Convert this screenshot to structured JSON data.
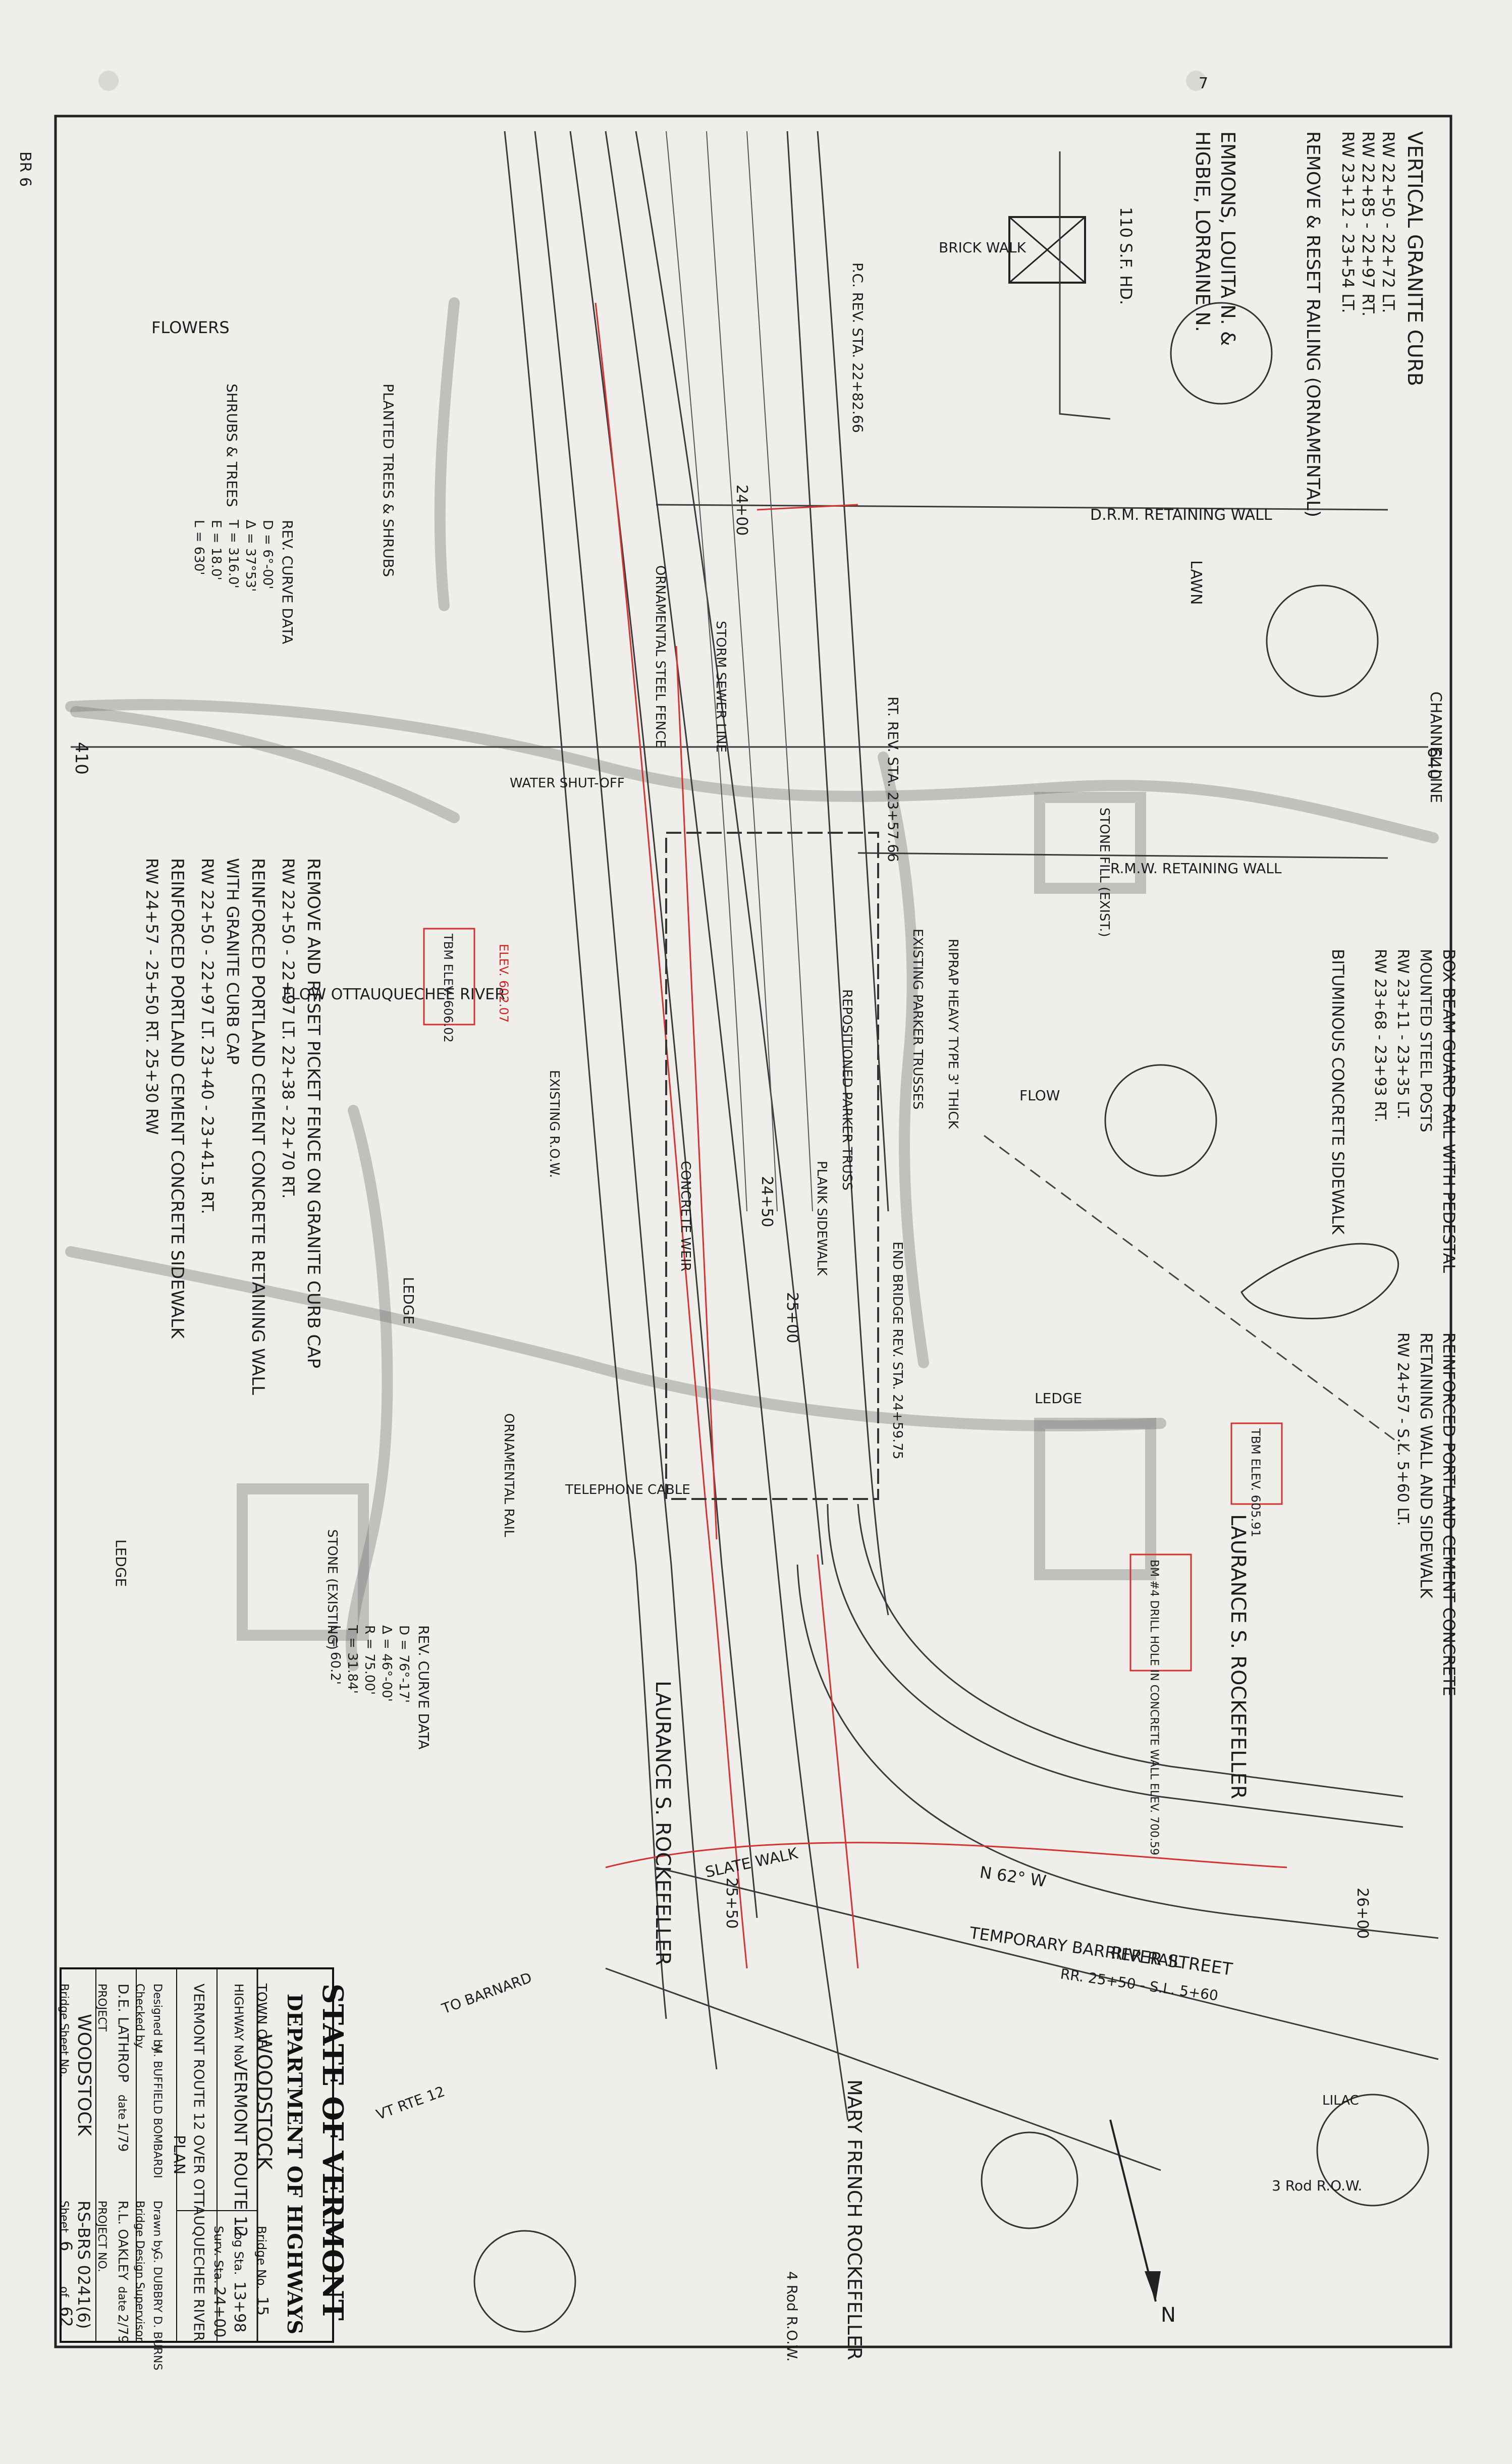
{
  "sheet_tag": "BR 6",
  "corner_mark": "7",
  "top_right_notes": {
    "vertical_granite_curb": "VERTICAL GRANITE CURB",
    "curb_lines": [
      "RW 22+50 - 22+72 LT.",
      "RW 22+85 - 22+97 RT.",
      "RW 23+12 - 23+54 LT."
    ],
    "remove_reset_railing": "REMOVE & RESET RAILING (ORNAMENTAL)",
    "owners": [
      "EMMONS, LOUITA N. &",
      "HIGBIE, LORRAINE N."
    ],
    "fence": "110 S.F. HD."
  },
  "labels": {
    "flowers": "FLOWERS",
    "shrubs_trees": "SHRUBS & TREES",
    "planted_trees": "PLANTED TREES & SHRUBS",
    "brick_walk": "BRICK WALK",
    "drm_retaining_wall": "D.R.M. RETAINING WALL",
    "lawn": "LAWN",
    "channel_line": "CHANNEL LINE",
    "rmw_retaining_wall": "R.M.W. RETAINING WALL",
    "flow_river": "FLOW OTTAUQUECHEE RIVER",
    "flow": "FLOW",
    "existing_row": "EXISTING R.O.W.",
    "ledge_left": "LEDGE",
    "ledge_right": "LEDGE",
    "ledge_mid": "LEDGE",
    "stone_fill": "STONE FILL (EXIST.)",
    "stone_existing": "STONE (EXISTING)",
    "telephone_cable": "TELEPHONE CABLE",
    "concrete_weir": "CONCRETE WEIR",
    "water_shutoff": "WATER SHUT-OFF",
    "tbm": "TBM ELEV. 606.02",
    "tbm_red": "ELEV. 602.07",
    "tbm_right": "TBM ELEV. 605.91",
    "bm": "BM #4 DRILL HOLE IN CONCRETE WALL ELEV. 700.59",
    "rt_station": "RT. REV. STA. 23+57.66",
    "pc_station": "P.C. REV. STA. 22+82.66",
    "station_24": "24+00",
    "station_25": "25+00",
    "station_26": "26+00",
    "station_2450": "24+50",
    "station_2550": "25+50",
    "sta_610": "410",
    "sta_640": "640",
    "sewer_line": "STORM SEWER LINE",
    "slate_walk": "SLATE WALK",
    "river_street": "RIVER STREET",
    "temporary_barrier": "TEMPORARY BARRIER RAIL",
    "temporary_barrier_sta": "RR. 25+50 - S.L. 5+60",
    "n62w": "N 62° W",
    "to_barnard": "TO BARNARD",
    "vt_rte_12": "VT RTE 12",
    "four_rod_row": "4 Rod R.O.W.",
    "three_rod_row": "3 Rod R.O.W.",
    "rockefeller_lower": "LAURANCE S. ROCKEFELLER",
    "rockefeller_right": "LAURANCE S. ROCKEFELLER",
    "mary_french": "MARY FRENCH ROCKEFELLER",
    "lilac": "LILAC",
    "north": "N"
  },
  "center_notes": [
    "EXISTING PARKER TRUSSES",
    "REPOSITIONED PARKER TRUSS",
    "PLANK SIDEWALK",
    "RIPRAP HEAVY TYPE 3' THICK",
    "END BRIDGE REV. STA. 24+59.75",
    "ORNAMENTAL STEEL FENCE",
    "ORNAMENTAL RAIL"
  ],
  "left_notes": [
    "REMOVE AND RESET PICKET FENCE ON GRANITE CURB CAP",
    "RW 22+50 - 22+97 LT.  22+38 - 22+70 RT.",
    "REINFORCED PORTLAND CEMENT CONCRETE RETAINING WALL",
    "WITH GRANITE CURB CAP",
    "RW 22+50 - 22+97 LT.  23+40 - 23+41.5 RT.",
    "REINFORCED PORTLAND CEMENT CONCRETE SIDEWALK",
    "RW 24+57 - 25+50 RT.  25+30 RW"
  ],
  "right_notes": [
    "BOX BEAM GUARD RAIL WITH PEDESTAL",
    "MOUNTED STEEL POSTS",
    "RW 23+11 - 23+35 LT.",
    "RW 23+68 - 23+93 RT.",
    "BITUMINOUS CONCRETE SIDEWALK",
    "REINFORCED PORTLAND CEMENT CONCRETE",
    "RETAINING WALL AND SIDEWALK",
    "RW 24+57 - S.L. 5+60 LT."
  ],
  "curve_data_left": [
    "REV. CURVE DATA",
    "D = 6°-00'",
    "Δ = 37°53'",
    "T = 316.0'",
    "E = 18.0'",
    "L = 630'"
  ],
  "curve_data_lower": [
    "REV. CURVE DATA",
    "D = 76°-17'",
    "Δ = 46°-00'",
    "R = 75.00'",
    "T = 31.84'",
    "L = 60.2'"
  ],
  "title_block": {
    "agency_line1": "STATE OF VERMONT",
    "agency_line2": "DEPARTMENT OF HIGHWAYS",
    "town_label": "TOWN OF",
    "town": "WOODSTOCK",
    "bridge_no_label": "Bridge No.",
    "bridge_no": "15",
    "highway_label": "HIGHWAY No.",
    "highway": "VERMONT ROUTE 12",
    "log_sta_label": "Log Sta.",
    "log_sta": "13+98",
    "surv_sta_label": "Surv. Sta.",
    "surv_sta": "24+00",
    "description": "VERMONT ROUTE 12 OVER OTTAUQUECHEE RIVER",
    "sheet_title": "PLAN",
    "designed_by_label": "Designed by",
    "designed_by": "M. BUFFIELD BOMBARDI",
    "drawn_by_label": "Drawn by",
    "drawn_by": "G. DUBBRY D. BURNS",
    "checked_by_label": "Checked by",
    "checked_by": "D.E. LATHROP",
    "bridge_design_label": "Bridge Design Supervisor",
    "date_label": "date",
    "checked_date": "1/79",
    "supervisor": "R.L. OAKLEY",
    "supervisor_date": "2/79",
    "project_label": "PROJECT",
    "project": "WOODSTOCK",
    "project_no_label": "PROJECT NO.",
    "project_no": "RS-BRS 0241(6)",
    "bridge_sheet_label": "Bridge Sheet No.",
    "sheet_label": "Sheet",
    "sheet_no": "6",
    "of_label": "of",
    "sheet_total": "62"
  }
}
